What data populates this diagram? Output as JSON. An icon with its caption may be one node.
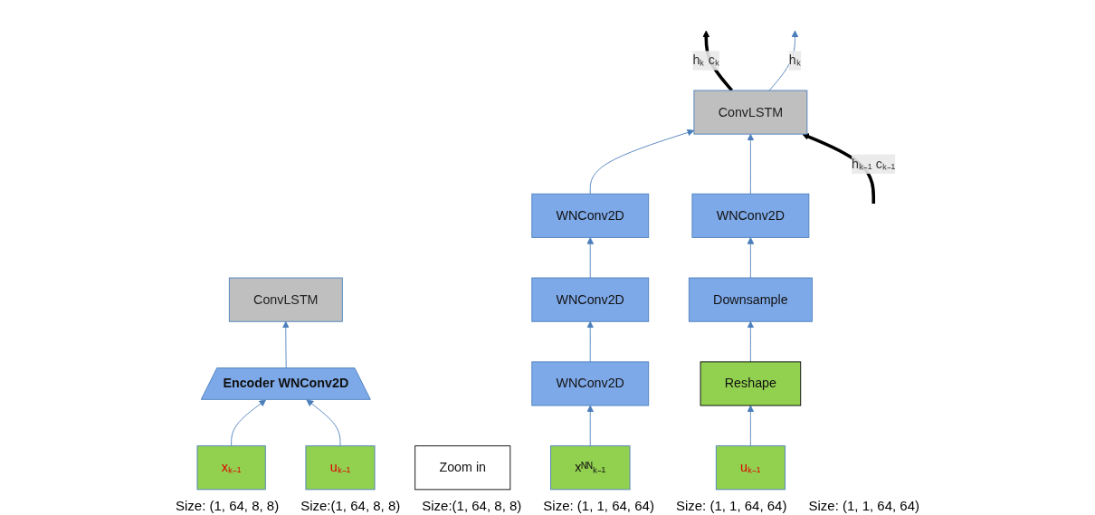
{
  "diagram": {
    "nodes": [
      {
        "text": [
          "ConvLSTM"
        ]
      },
      {
        "text": [
          "Encoder WNConv2D"
        ]
      },
      {
        "text": [
          "xₖ₋₁"
        ]
      },
      {
        "text": [
          "uₖ₋₁"
        ]
      },
      {
        "text": [
          "Zoom in"
        ]
      },
      {
        "text": [
          "ConvLSTM"
        ]
      },
      {
        "text": [
          "WNConv2D"
        ]
      },
      {
        "text": [
          "WNConv2D"
        ]
      },
      {
        "text": [
          "WNConv2D"
        ]
      },
      {
        "text": [
          "xᴺᴺₖ₋₁"
        ]
      },
      {
        "text": [
          "WNConv2D"
        ]
      },
      {
        "text": [
          "Downsample"
        ]
      },
      {
        "text": [
          "Reshape"
        ]
      },
      {
        "text": [
          "uₖ₋₁"
        ]
      }
    ],
    "edges": [
      {
        "from": 2,
        "to": 1,
        "arrow": "to"
      },
      {
        "from": 3,
        "to": 1,
        "arrow": "to"
      },
      {
        "from": 1,
        "to": 0,
        "arrow": "to"
      },
      {
        "from": 9,
        "to": 8,
        "arrow": "to"
      },
      {
        "from": 8,
        "to": 7,
        "arrow": "to"
      },
      {
        "from": 7,
        "to": 6,
        "arrow": "to"
      },
      {
        "from": 6,
        "to": 5,
        "arrow": "to"
      },
      {
        "from": 13,
        "to": 12,
        "arrow": "to"
      },
      {
        "from": 12,
        "to": 11,
        "arrow": "to"
      },
      {
        "from": 11,
        "to": 10,
        "arrow": "to"
      },
      {
        "from": 10,
        "to": 5,
        "arrow": "to"
      },
      {
        "from": null,
        "to": 5,
        "arrow": "to",
        "label": "hₖ₋₁ cₖ₋₁",
        "style": "thick",
        "color": "#000000"
      },
      {
        "from": 5,
        "to": null,
        "arrow": "to",
        "label": "hₖ cₖ",
        "style": "thick",
        "color": "#000000"
      },
      {
        "from": 5,
        "to": null,
        "arrow": "to",
        "label": "hₖ"
      }
    ],
    "labels": [
      "Size: (1, 64, 8, 8)",
      "Size:(1, 64, 8, 8)",
      "Size:(1, 64, 8, 8)",
      "Size: (1, 1, 64, 64)",
      "Size: (1, 1, 64, 64)",
      "Size: (1, 1, 64, 64)"
    ]
  }
}
